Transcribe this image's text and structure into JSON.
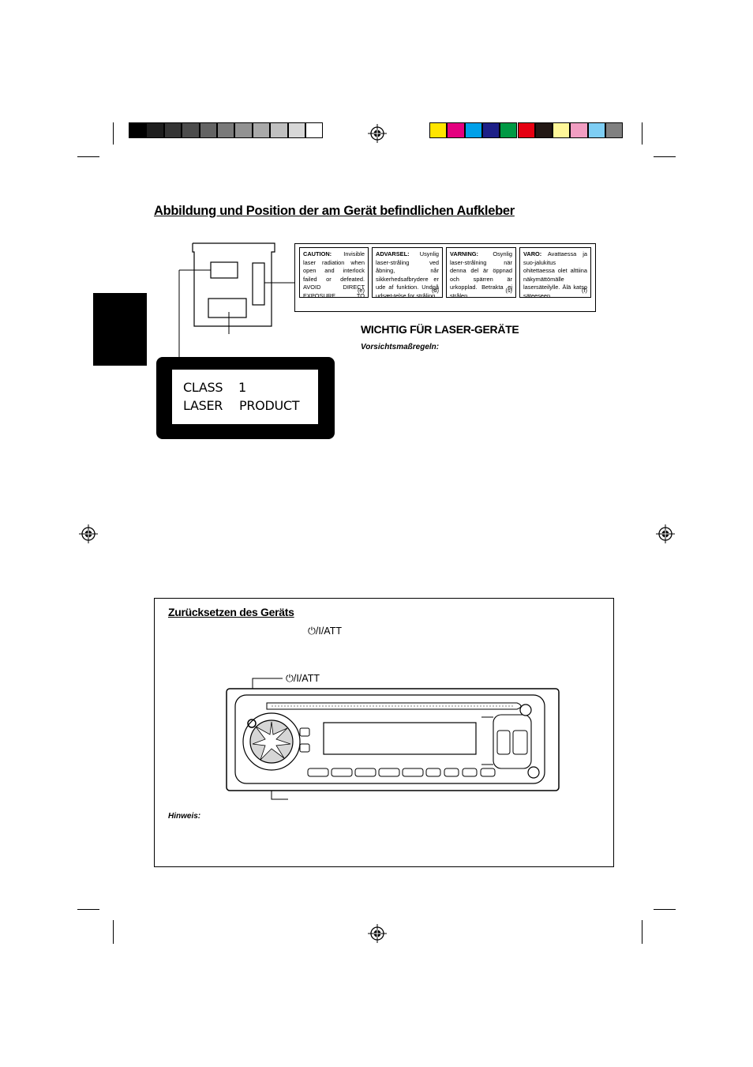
{
  "color_bar": {
    "grays": [
      "#000000",
      "#1e1e1e",
      "#353535",
      "#4c4c4c",
      "#636363",
      "#7a7a7a",
      "#929292",
      "#a9a9a9",
      "#c0c0c0",
      "#d7d7d7",
      "#ffffff"
    ],
    "colors": [
      "#ffe500",
      "#e4007f",
      "#00a0e9",
      "#1d2088",
      "#009944",
      "#e60012",
      "#231815",
      "#fff799",
      "#f19ec2",
      "#7ecef4",
      "#808080"
    ]
  },
  "sticker_section": {
    "title": "Abbildung und Position der am Gerät befindlichen Aufkleber",
    "warnings": [
      {
        "label": "CAUTION:",
        "text": "Invisible laser radiation when open and interlock failed or defeated. AVOID DIRECT EXPOSURE TO BEAM.",
        "code": "(e)"
      },
      {
        "label": "ADVARSEL:",
        "text": "Usynlig laser-stråling ved åbning, når sikkerhedsafbrydere er ude af funktion. Undgå udsæt-telse for stråling.",
        "code": "(d)"
      },
      {
        "label": "VARNING:",
        "text": "Osynlig laser-strålning när denna del är öppnad och spärren är urkopplad. Betrakta ej strålen.",
        "code": "(s)"
      },
      {
        "label": "VARO:",
        "text": "Avattaessa ja suo-jalukitus ohitettaessa olet alttiina näkymättömälle lasersäteilylle. Älä katso säteeseen.",
        "code": "(f)"
      }
    ],
    "class_label": {
      "line1_a": "CLASS",
      "line1_b": "1",
      "line2_a": "LASER",
      "line2_b": "PRODUCT"
    },
    "laser_heading": "WICHTIG FÜR LASER-GERÄTE",
    "laser_subheading": "Vorsichtsmaßregeln:"
  },
  "reset_section": {
    "title": "Zurücksetzen des Geräts",
    "button_label_inline": "⏻/I/ATT",
    "button_label_callout": "⏻/I/ATT",
    "note_label": "Hinweis:"
  }
}
